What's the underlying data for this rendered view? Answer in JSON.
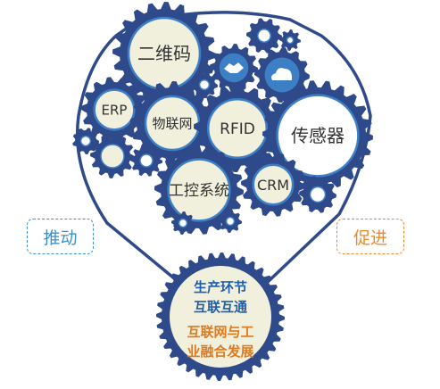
{
  "colors": {
    "navy": "#2e4a8a",
    "blue": "#3d7fc4",
    "cream": "#f1f0dd",
    "tag_blue": "#3b8fd0",
    "tag_orange": "#e98a2c",
    "text_dark": "#333333",
    "bottom_blue": "#1f5fae",
    "bottom_orange": "#e07a1f"
  },
  "gears": [
    {
      "label": "二维码"
    },
    {
      "label": "ERP"
    },
    {
      "label": "物联网"
    },
    {
      "label": "RFID"
    },
    {
      "label": "传感器"
    },
    {
      "label": "工控系统"
    },
    {
      "label": "CRM"
    },
    {
      "label": "",
      "icon": "handshake-icon"
    },
    {
      "label": "",
      "icon": "cloud-icon"
    },
    {
      "label": ""
    },
    {
      "label": ""
    },
    {
      "label": ""
    },
    {
      "label": ""
    },
    {
      "label": ""
    },
    {
      "label": ""
    },
    {
      "label": ""
    },
    {
      "label": ""
    },
    {
      "label": ""
    }
  ],
  "side_labels": {
    "left": "推动",
    "right": "促进"
  },
  "bottom_gear": {
    "line1": "生产环节",
    "line2": "互联互通",
    "line3": "互联网与工",
    "line4": "业融合发展"
  }
}
